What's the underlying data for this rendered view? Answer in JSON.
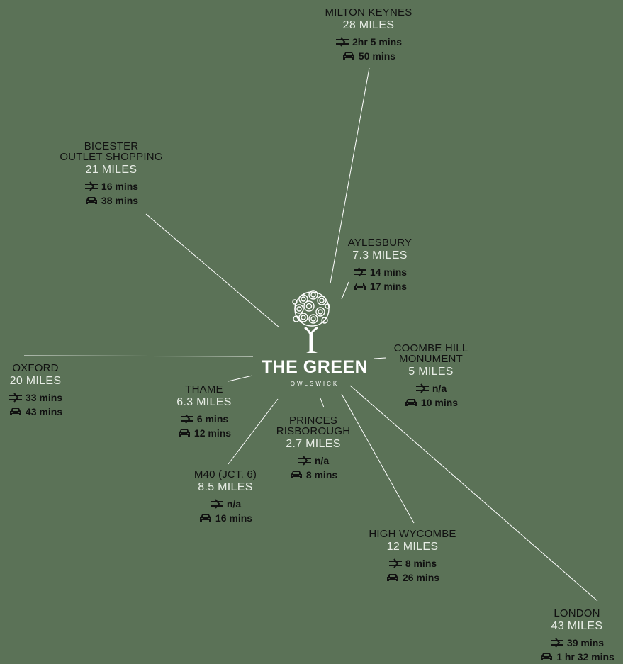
{
  "center": {
    "title": "THE GREEN",
    "subtitle": "OWLSWICK"
  },
  "icons": {
    "train": "train-icon",
    "car": "car-icon",
    "tree": "tree-logo"
  },
  "colors": {
    "background": "#5b7257",
    "line": "#ffffff",
    "name_text": "#111111",
    "miles_text": "#e8ede6"
  },
  "destinations": [
    {
      "id": "milton-keynes",
      "name": [
        "MILTON KEYNES"
      ],
      "miles": "28 MILES",
      "train": "2hr 5 mins",
      "car": "50 mins"
    },
    {
      "id": "bicester",
      "name": [
        "BICESTER",
        "OUTLET SHOPPING"
      ],
      "miles": "21 MILES",
      "train": "16 mins",
      "car": "38 mins"
    },
    {
      "id": "aylesbury",
      "name": [
        "AYLESBURY"
      ],
      "miles": "7.3 MILES",
      "train": "14 mins",
      "car": "17 mins"
    },
    {
      "id": "coombe-hill",
      "name": [
        "COOMBE HILL",
        "MONUMENT"
      ],
      "miles": "5 MILES",
      "train": "n/a",
      "car": "10 mins"
    },
    {
      "id": "oxford",
      "name": [
        "OXFORD"
      ],
      "miles": "20 MILES",
      "train": "33 mins",
      "car": "43 mins"
    },
    {
      "id": "thame",
      "name": [
        "THAME"
      ],
      "miles": "6.3 MILES",
      "train": "6 mins",
      "car": "12 mins"
    },
    {
      "id": "princes-risborough",
      "name": [
        "PRINCES",
        "RISBOROUGH"
      ],
      "miles": "2.7 MILES",
      "train": "n/a",
      "car": "8 mins"
    },
    {
      "id": "m40",
      "name": [
        "M40 (JCT. 6)"
      ],
      "miles": "8.5 MILES",
      "train": "n/a",
      "car": "16 mins"
    },
    {
      "id": "high-wycombe",
      "name": [
        "HIGH WYCOMBE"
      ],
      "miles": "12 MILES",
      "train": "8 mins",
      "car": "26 mins"
    },
    {
      "id": "london",
      "name": [
        "LONDON"
      ],
      "miles": "43 MILES",
      "train": "39 mins",
      "car": "1 hr 32 mins"
    }
  ]
}
